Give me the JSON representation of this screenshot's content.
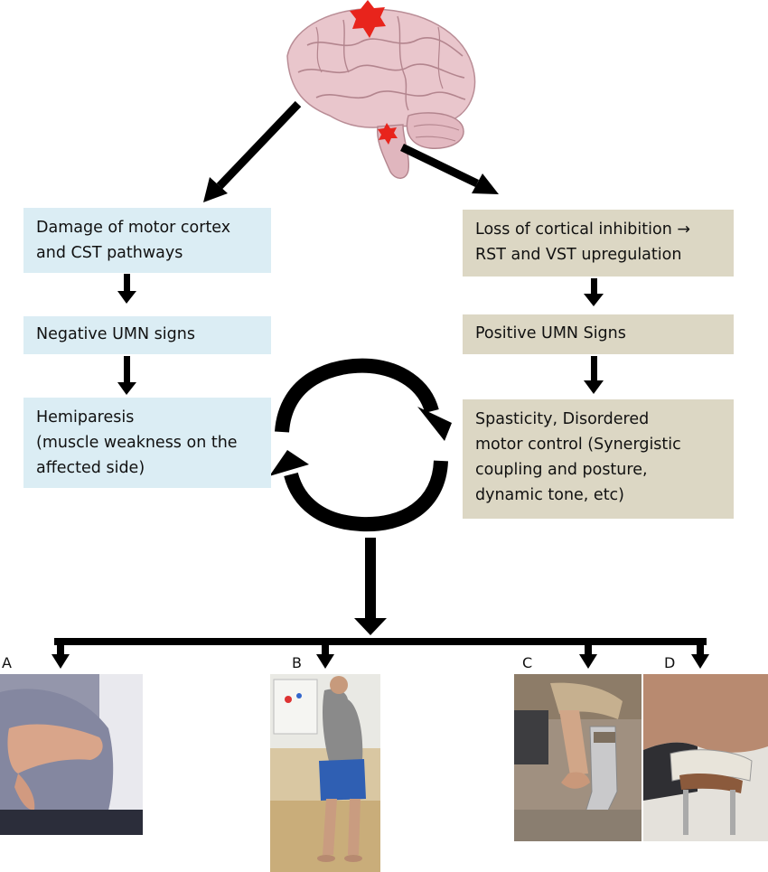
{
  "left_column": {
    "box1": [
      "Damage of motor cortex",
      "and CST pathways"
    ],
    "box2": [
      "Negative UMN signs"
    ],
    "box3": [
      "Hemiparesis",
      "(muscle weakness on the",
      "affected side)"
    ]
  },
  "right_column": {
    "box1": [
      "Loss of cortical inhibition →",
      "RST and VST upregulation"
    ],
    "box2": [
      "Positive UMN Signs"
    ],
    "box3": [
      "Spasticity, Disordered",
      "motor control  (Synergistic",
      "coupling and posture,",
      "dynamic tone, etc)"
    ]
  },
  "panels": {
    "a": "A",
    "b": "B",
    "c": "C",
    "d": "D"
  },
  "colors": {
    "left_box_fill": "#dbedf4",
    "right_box_fill": "#dcd7c4",
    "arrow": "#000000",
    "lesion_star": "#e8241c",
    "brain": "#e9c6cc"
  }
}
